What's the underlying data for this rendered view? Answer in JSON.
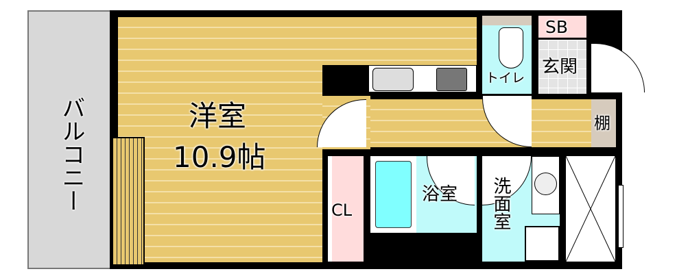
{
  "rooms": {
    "western_room": {
      "name": "洋室",
      "size": "10.9帖"
    },
    "balcony": "バルコニー",
    "toilet": "トイレ",
    "shoe_box": "SB",
    "entrance": "玄関",
    "shelf": "棚",
    "closet": "CL",
    "bathroom": "浴室",
    "washroom": "洗面室"
  },
  "colors": {
    "floor": "#e8c870",
    "wet_area": "#c0fafa",
    "closet": "#ffdcdc",
    "balcony": "#d8d8d8"
  }
}
